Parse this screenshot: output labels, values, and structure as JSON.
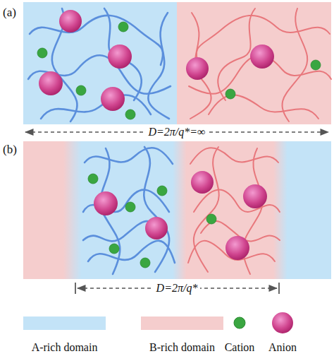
{
  "diagram": {
    "labels": [
      "(a)",
      "D=2π/q*=∞",
      "(b)",
      "D=2π/q*"
    ],
    "legend": [
      {
        "text": "A-rich domain",
        "color": "#c3e3f7"
      },
      {
        "text": "B-rich domain",
        "color": "#f5cdcd"
      },
      {
        "text": "Cation"
      },
      {
        "text": "Anion"
      }
    ]
  }
}
